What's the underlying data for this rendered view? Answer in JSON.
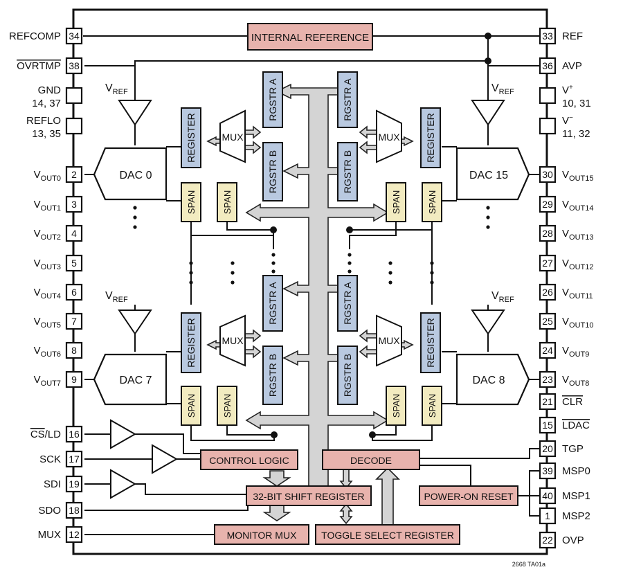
{
  "pins_left": [
    {
      "name": "REFCOMP",
      "num": "34"
    },
    {
      "name": "OVRTMP",
      "num": "38"
    },
    {
      "name": "GND",
      "num": "14, 37"
    },
    {
      "name": "REFLO",
      "num": "13, 35"
    },
    {
      "name": "V",
      "sub": "OUT0",
      "num": "2"
    },
    {
      "name": "V",
      "sub": "OUT1",
      "num": "3"
    },
    {
      "name": "V",
      "sub": "OUT2",
      "num": "4"
    },
    {
      "name": "V",
      "sub": "OUT3",
      "num": "5"
    },
    {
      "name": "V",
      "sub": "OUT4",
      "num": "6"
    },
    {
      "name": "V",
      "sub": "OUT5",
      "num": "7"
    },
    {
      "name": "V",
      "sub": "OUT6",
      "num": "8"
    },
    {
      "name": "V",
      "sub": "OUT7",
      "num": "9"
    },
    {
      "name": "CS/LD",
      "num": "16"
    },
    {
      "name": "SCK",
      "num": "17"
    },
    {
      "name": "SDI",
      "num": "19"
    },
    {
      "name": "SDO",
      "num": "18"
    },
    {
      "name": "MUX",
      "num": "12"
    }
  ],
  "pins_right": [
    {
      "name": "REF",
      "num": "33"
    },
    {
      "name": "AVP",
      "num": "36"
    },
    {
      "name": "V+",
      "num": "10, 31"
    },
    {
      "name": "V−",
      "num": "11, 32"
    },
    {
      "name": "V",
      "sub": "OUT15",
      "num": "30"
    },
    {
      "name": "V",
      "sub": "OUT14",
      "num": "29"
    },
    {
      "name": "V",
      "sub": "OUT13",
      "num": "28"
    },
    {
      "name": "V",
      "sub": "OUT12",
      "num": "27"
    },
    {
      "name": "V",
      "sub": "OUT11",
      "num": "26"
    },
    {
      "name": "V",
      "sub": "OUT10",
      "num": "25"
    },
    {
      "name": "V",
      "sub": "OUT9",
      "num": "24"
    },
    {
      "name": "V",
      "sub": "OUT8",
      "num": "23"
    },
    {
      "name": "CLR",
      "num": "21"
    },
    {
      "name": "LDAC",
      "num": "15"
    },
    {
      "name": "TGP",
      "num": "20"
    },
    {
      "name": "MSP0",
      "num": "39"
    },
    {
      "name": "MSP1",
      "num": "40"
    },
    {
      "name": "MSP2",
      "num": "1"
    },
    {
      "name": "OVP",
      "num": "22"
    }
  ],
  "blocks": {
    "internal_reference": "INTERNAL REFERENCE",
    "control_logic": "CONTROL LOGIC",
    "decode": "DECODE",
    "shift_register": "32-BIT SHIFT REGISTER",
    "power_on_reset": "POWER-ON RESET",
    "monitor_mux": "MONITOR MUX",
    "toggle_select_register": "TOGGLE SELECT REGISTER"
  },
  "dacs": {
    "dac0": "DAC 0",
    "dac15": "DAC 15",
    "dac7": "DAC 7",
    "dac8": "DAC 8"
  },
  "labels": {
    "register": "REGISTER",
    "span": "SPAN",
    "mux": "MUX",
    "rgstr_a": "RGSTR A",
    "rgstr_b": "RGSTR B",
    "vref": "V",
    "vref_sub": "REF"
  },
  "figure_id": "2668 TA01a"
}
